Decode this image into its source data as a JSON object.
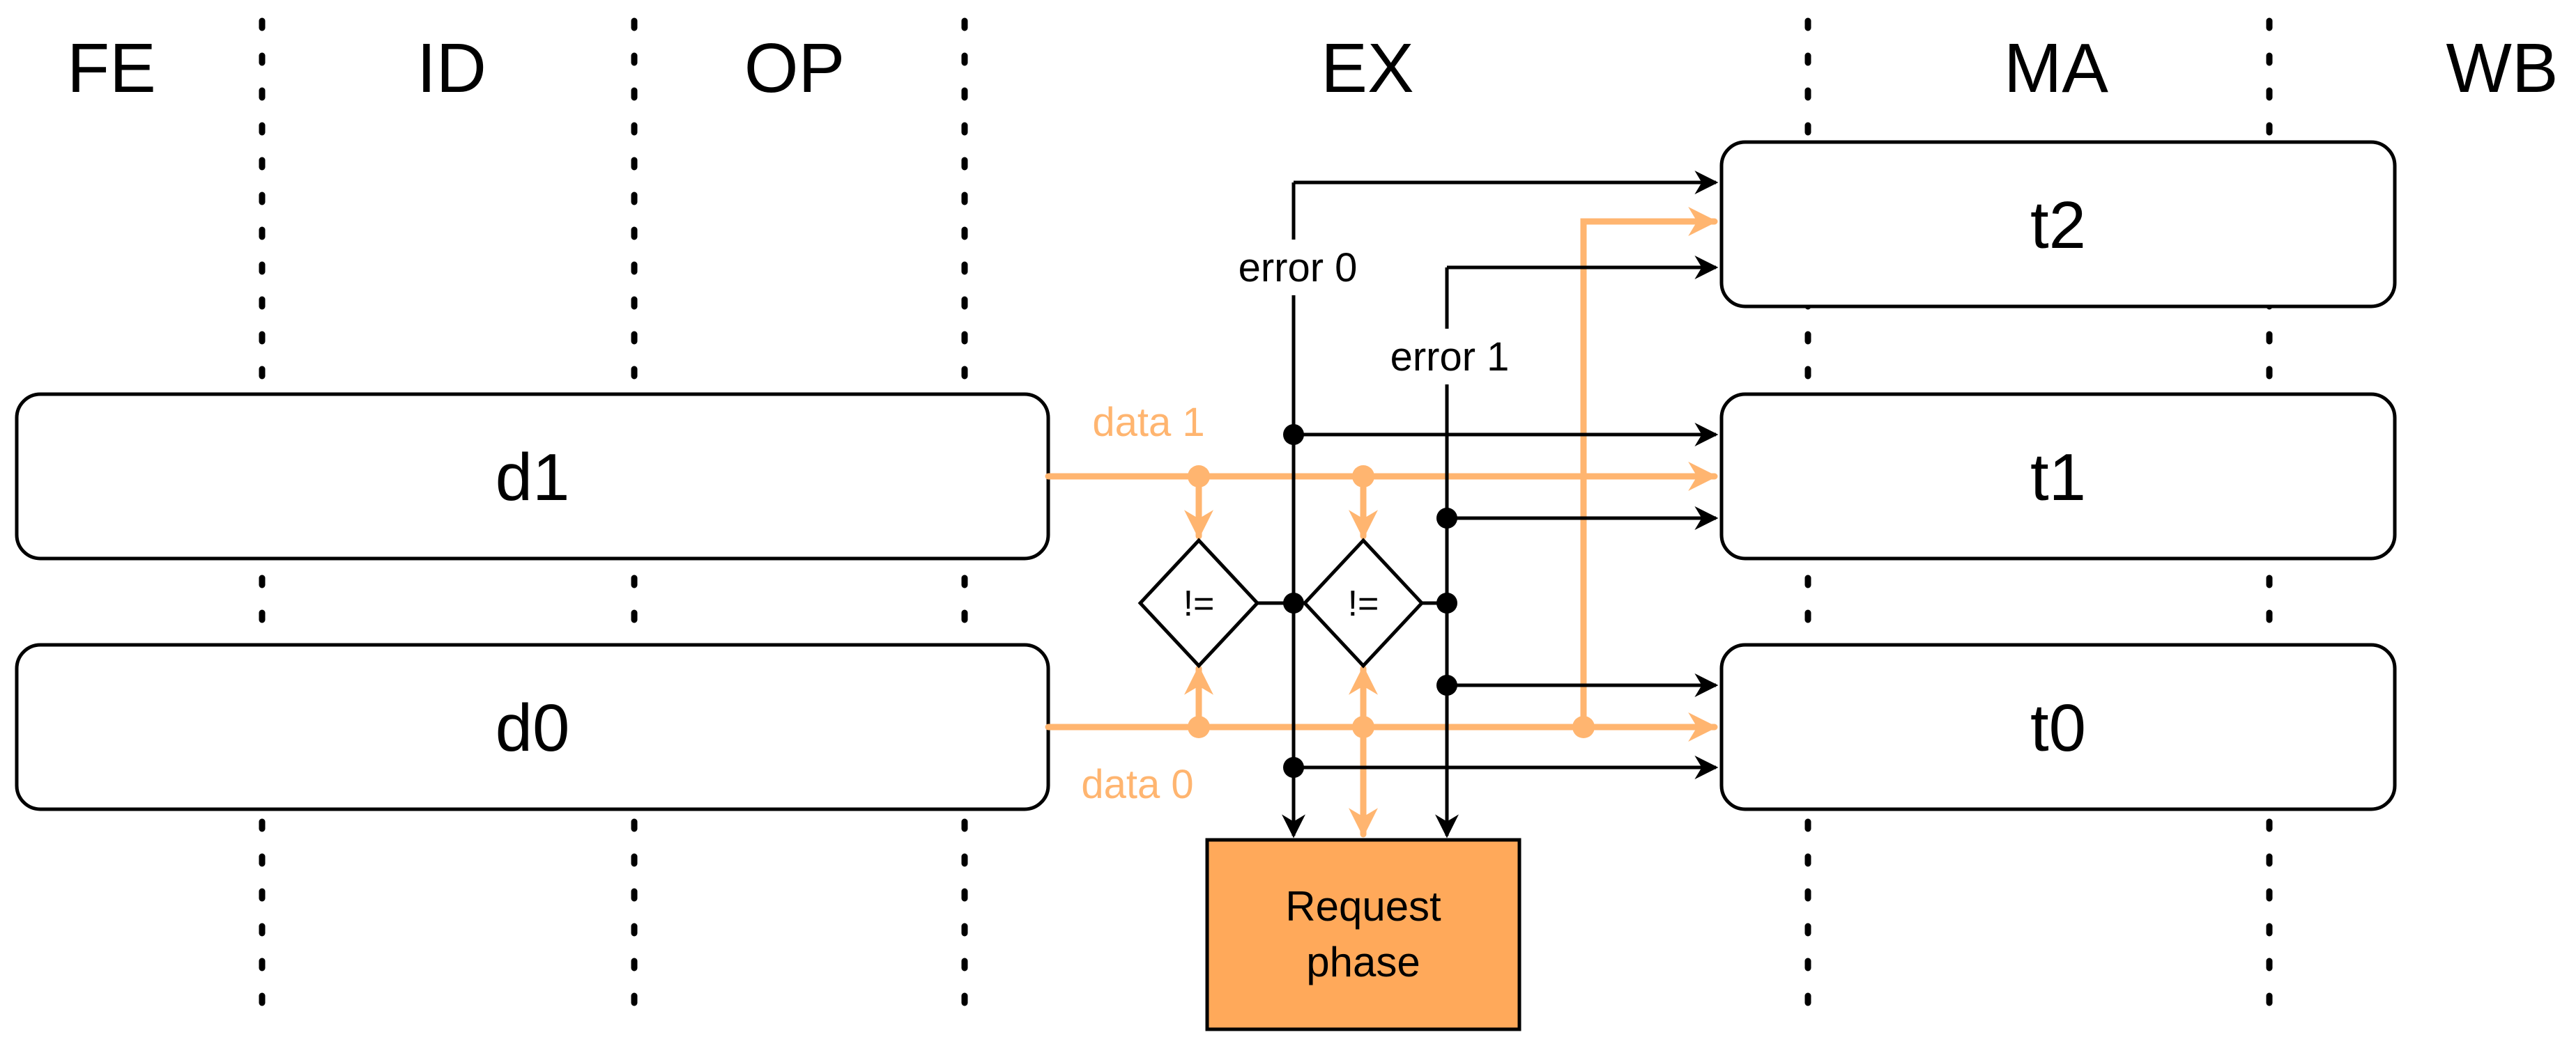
{
  "stages": [
    "FE",
    "ID",
    "OP",
    "EX",
    "MA",
    "WB"
  ],
  "registers": {
    "d1": "d1",
    "d0": "d0",
    "t2": "t2",
    "t1": "t1",
    "t0": "t0"
  },
  "signals": {
    "data1": "data 1",
    "data0": "data 0",
    "error0": "error 0",
    "error1": "error 1"
  },
  "comparators": [
    "!=",
    "!="
  ],
  "request": [
    "Request",
    "phase"
  ],
  "colors": {
    "data": "#FFB570",
    "control": "#000000",
    "request_fill": "#FFA95A"
  }
}
